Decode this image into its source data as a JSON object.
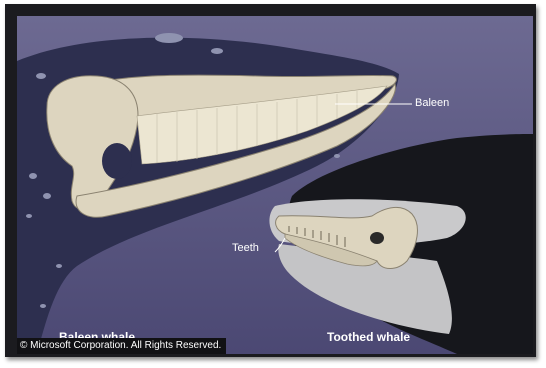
{
  "labels": {
    "baleen": "Baleen",
    "teeth": "Teeth",
    "baleen_whale": "Baleen whale",
    "toothed_whale": "Toothed whale"
  },
  "copyright": "© Microsoft Corporation. All Rights Reserved.",
  "colors": {
    "background": "#5e5b85",
    "whale_body": "#2d2f4f",
    "toothed_body": "#16171c",
    "bone": "#ddd5bf",
    "baleen": "#ece6d2",
    "patch": "#c9c9cb"
  }
}
